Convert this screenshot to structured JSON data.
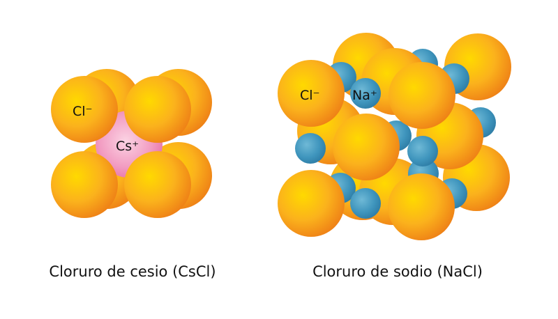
{
  "cscl": {
    "chloride_label": "Cl⁻",
    "cesium_label": "Cs⁺",
    "caption": "Cloruro de cesio (CsCl)"
  },
  "nacl": {
    "chloride_label": "Cl⁻",
    "sodium_label": "Na⁺",
    "caption": "Cloruro de sodio (NaCl)"
  },
  "colors": {
    "chloride": "#f7941d",
    "chloride_highlight": "#ffd200",
    "cesium": "#f08ab8",
    "sodium": "#3a8fb7"
  }
}
